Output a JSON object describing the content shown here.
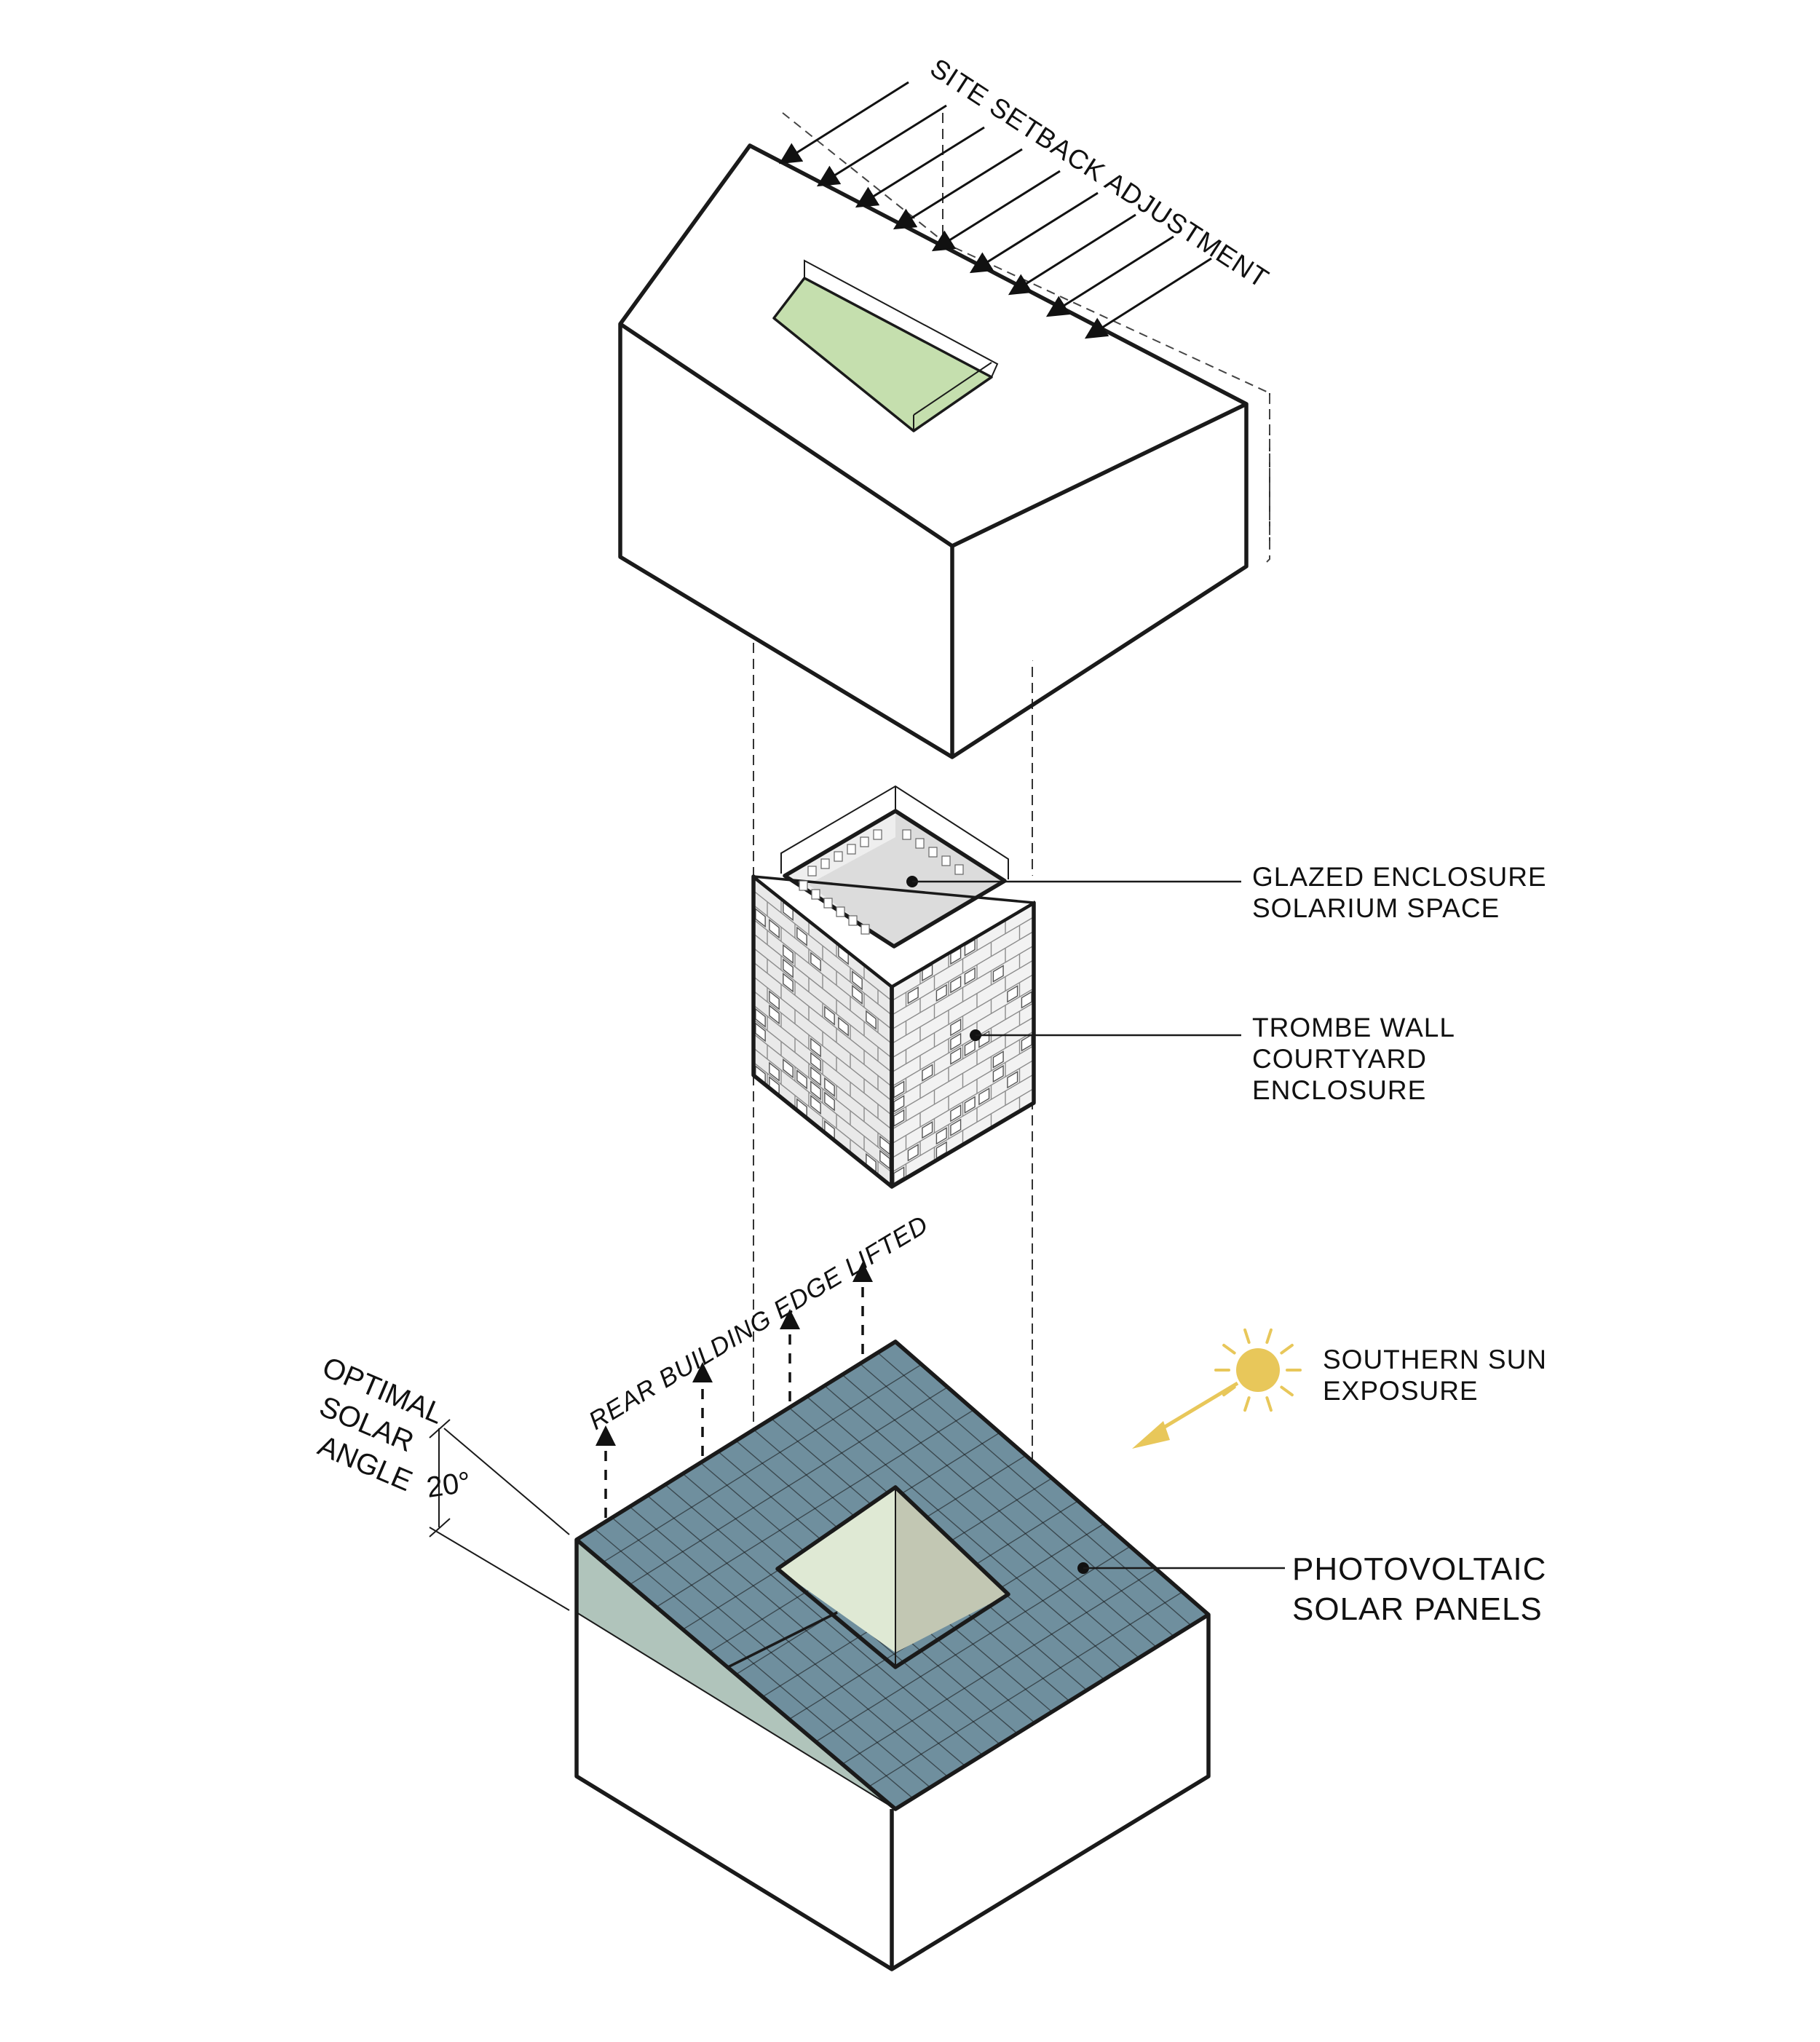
{
  "colors": {
    "outline": "#1a1a1a",
    "pv_panels": "#6f8f9e",
    "courtyard_glass_top": "#c5dfae",
    "sun": "#e8c75a",
    "skylight_light": "#dfe9d4",
    "skylight_dark": "#c2c7b3",
    "slope_face": "#b0c4bb",
    "trombe_wall": "#ececec"
  },
  "top_block": {
    "setback_label": "SITE SETBACK ADJUSTMENT"
  },
  "middle_block": {
    "glazed_label": [
      "GLAZED ENCLOSURE",
      "SOLARIUM SPACE"
    ],
    "trombe_label": [
      "TROMBE WALL",
      "COURTYARD",
      "ENCLOSURE"
    ]
  },
  "bottom_block": {
    "rear_edge_label": "REAR BUILDING EDGE LIFTED",
    "optimal_label": [
      "OPTIMAL",
      "SOLAR",
      "ANGLE"
    ],
    "angle_value": "20°",
    "sun_label": [
      "SOUTHERN SUN",
      "EXPOSURE"
    ],
    "sun_icon": "sun-icon",
    "pv_label": [
      "PHOTOVOLTAIC",
      "SOLAR PANELS"
    ]
  }
}
